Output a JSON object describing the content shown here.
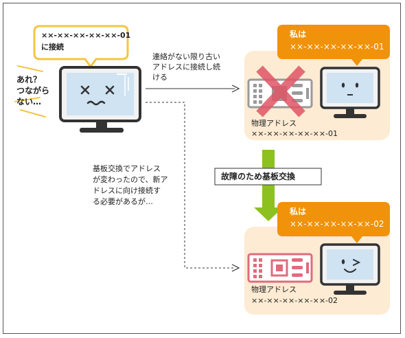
{
  "left_bubble": {
    "line1": "××-××-××-××-××-01",
    "line2": "に接続"
  },
  "confused_text": {
    "line1": "あれ？",
    "line2": "つながら",
    "line3": "ない…"
  },
  "top_arrow_caption": {
    "line1": "連絡がない限り古い",
    "line2": "アドレスに接続し続",
    "line3": "ける"
  },
  "top_device": {
    "bubble_line1": "私は",
    "bubble_line2": "××-××-××-××-××-01",
    "label_line1": "物理アドレス",
    "label_line2": "××-××-××-××-××-01"
  },
  "down_arrow_label": "故障のため基板交換",
  "side_note": {
    "line1": "基板交換でアドレス",
    "line2": "が変わったので、新ア",
    "line3": "ドレスに向け接続す",
    "line4": "る必要があるが…"
  },
  "bottom_device": {
    "bubble_line1": "私は",
    "bubble_line2": "××-××-××-××-××-02",
    "label_line1": "物理アドレス",
    "label_line2": "××-××-××-××-××-02"
  },
  "colors": {
    "orange": "#f0920a",
    "panel": "#fdebd3",
    "green": "#8cc11f",
    "bubble_border": "#f5c542",
    "monitor_screen": "#cfe3f2",
    "board_gray": "#9a9a9a",
    "board_pink": "#e06b7c",
    "cross_red": "#e05566"
  },
  "icons": [
    "monitor-icon",
    "circuit-board-icon",
    "x-mark-icon",
    "arrow-right-icon",
    "arrow-down-icon"
  ]
}
